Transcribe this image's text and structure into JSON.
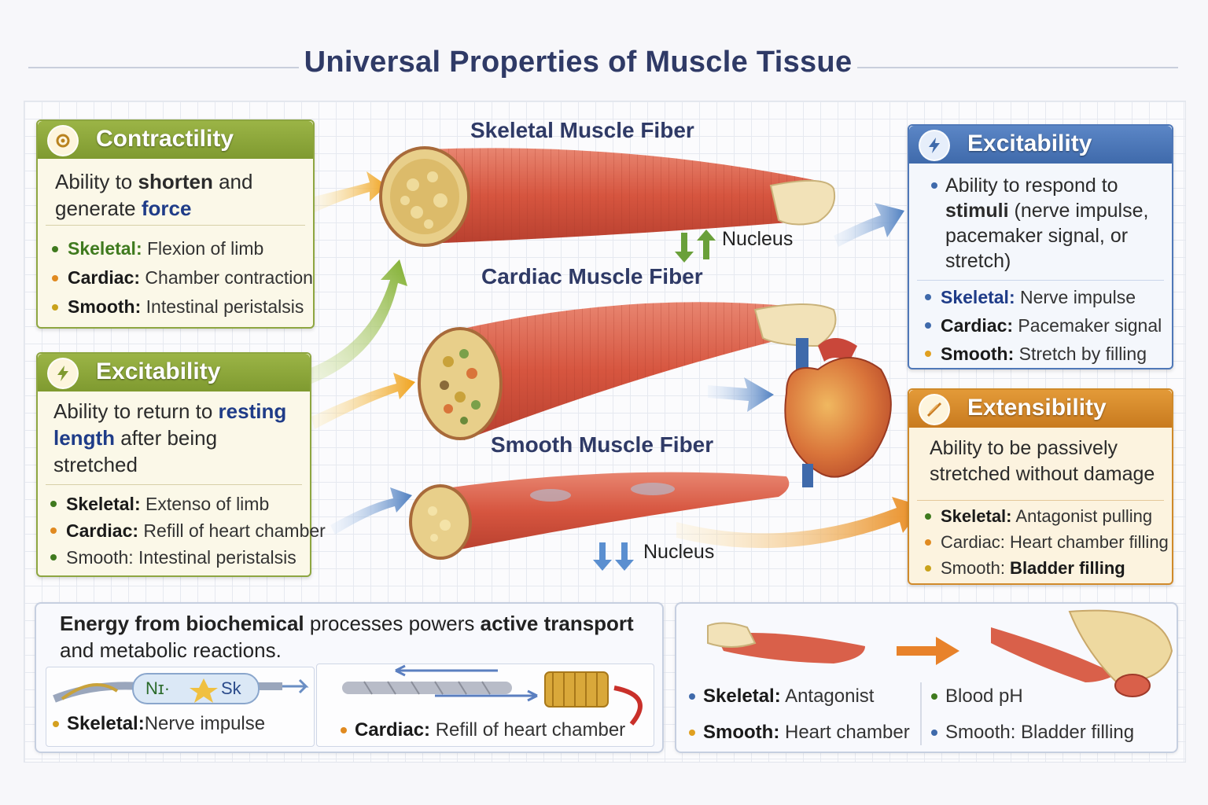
{
  "title": "Universal Properties of Muscle Tissue",
  "fibers": {
    "skeletal": "Skeletal Muscle Fiber",
    "cardiac": "Cardiac Muscle Fiber",
    "smooth": "Smooth Muscle Fiber",
    "nucleus_top": "Nucleus",
    "nucleus_bottom": "Nucleus"
  },
  "contractility": {
    "title": "Contractility",
    "desc_pre": "Ability to ",
    "desc_b1": "shorten",
    "desc_mid": " and generate ",
    "desc_b2": "force",
    "items": [
      {
        "label": "Skeletal:",
        "text": " Flexion of limb",
        "color": "#3f7a1e"
      },
      {
        "label": "Cardiac:",
        "text": " Chamber contraction",
        "color": "#e08a20"
      },
      {
        "label": "Smooth:",
        "text": " Intestinal peristalsis",
        "color": "#c9a21a"
      }
    ]
  },
  "elasticity": {
    "title": "Excitability",
    "desc_pre": "Ability to return to ",
    "desc_b1": "resting length",
    "desc_post": " after being stretched",
    "items": [
      {
        "label": "Skeletal:",
        "text": " Extenso of limb",
        "color": "#3f7a1e"
      },
      {
        "label": "Cardiac:",
        "text": " Refill of heart chamber",
        "color": "#e08a20"
      },
      {
        "label": "Smooth:",
        "text": " Intestinal peristalsis",
        "color": "#3f7a1e"
      }
    ]
  },
  "excitability": {
    "title": "Excitability",
    "desc_pre": "Ability to respond to ",
    "desc_b1": "stimuli",
    "desc_post": " (nerve impulse, pacemaker signal, or stretch)",
    "items": [
      {
        "label": "Skeletal:",
        "text": " Nerve impulse",
        "color": "#3f6aab"
      },
      {
        "label": "Cardiac:",
        "text": " Pacemaker signal",
        "color": "#3f6aab"
      },
      {
        "label": "Smooth:",
        "text": " Stretch by filling",
        "color": "#e0a020"
      }
    ]
  },
  "extensibility": {
    "title": "Extensibility",
    "desc": "Ability to be passively stretched without damage",
    "items": [
      {
        "label": "Skeletal:",
        "text": " Antagonist pulling",
        "color": "#3f7a1e"
      },
      {
        "label": "Cardiac:",
        "text": " Heart chamber filling",
        "color": "#e08a20"
      },
      {
        "label": "Smooth:",
        "text": " Bladder filling",
        "color": "#c9a21a"
      }
    ]
  },
  "energy": {
    "text_b1": "Energy from biochemical",
    "text_mid": " processes powers ",
    "text_b2": "active transport",
    "text_post": " and metabolic reactions.",
    "na_label": "Nɪ·",
    "k_label": "Sk",
    "bullet1_label": "Skeletal:",
    "bullet1_text": "Nerve impulse",
    "bullet2_label": "Cardiac:",
    "bullet2_text": " Refill of heart chamber"
  },
  "bottom_right": {
    "b1_label": "Skeletal:",
    "b1_text": " Antagonist",
    "b2_text": "Blood pH",
    "b3_label": "Smooth:",
    "b3_text": " Heart chamber",
    "b4_text": "Smooth: Bladder filling"
  },
  "colors": {
    "green": "#8ea641",
    "blue": "#4f78b8",
    "orange": "#d08a2a",
    "title": "#2f3a66",
    "muscle": "#d9604a"
  }
}
